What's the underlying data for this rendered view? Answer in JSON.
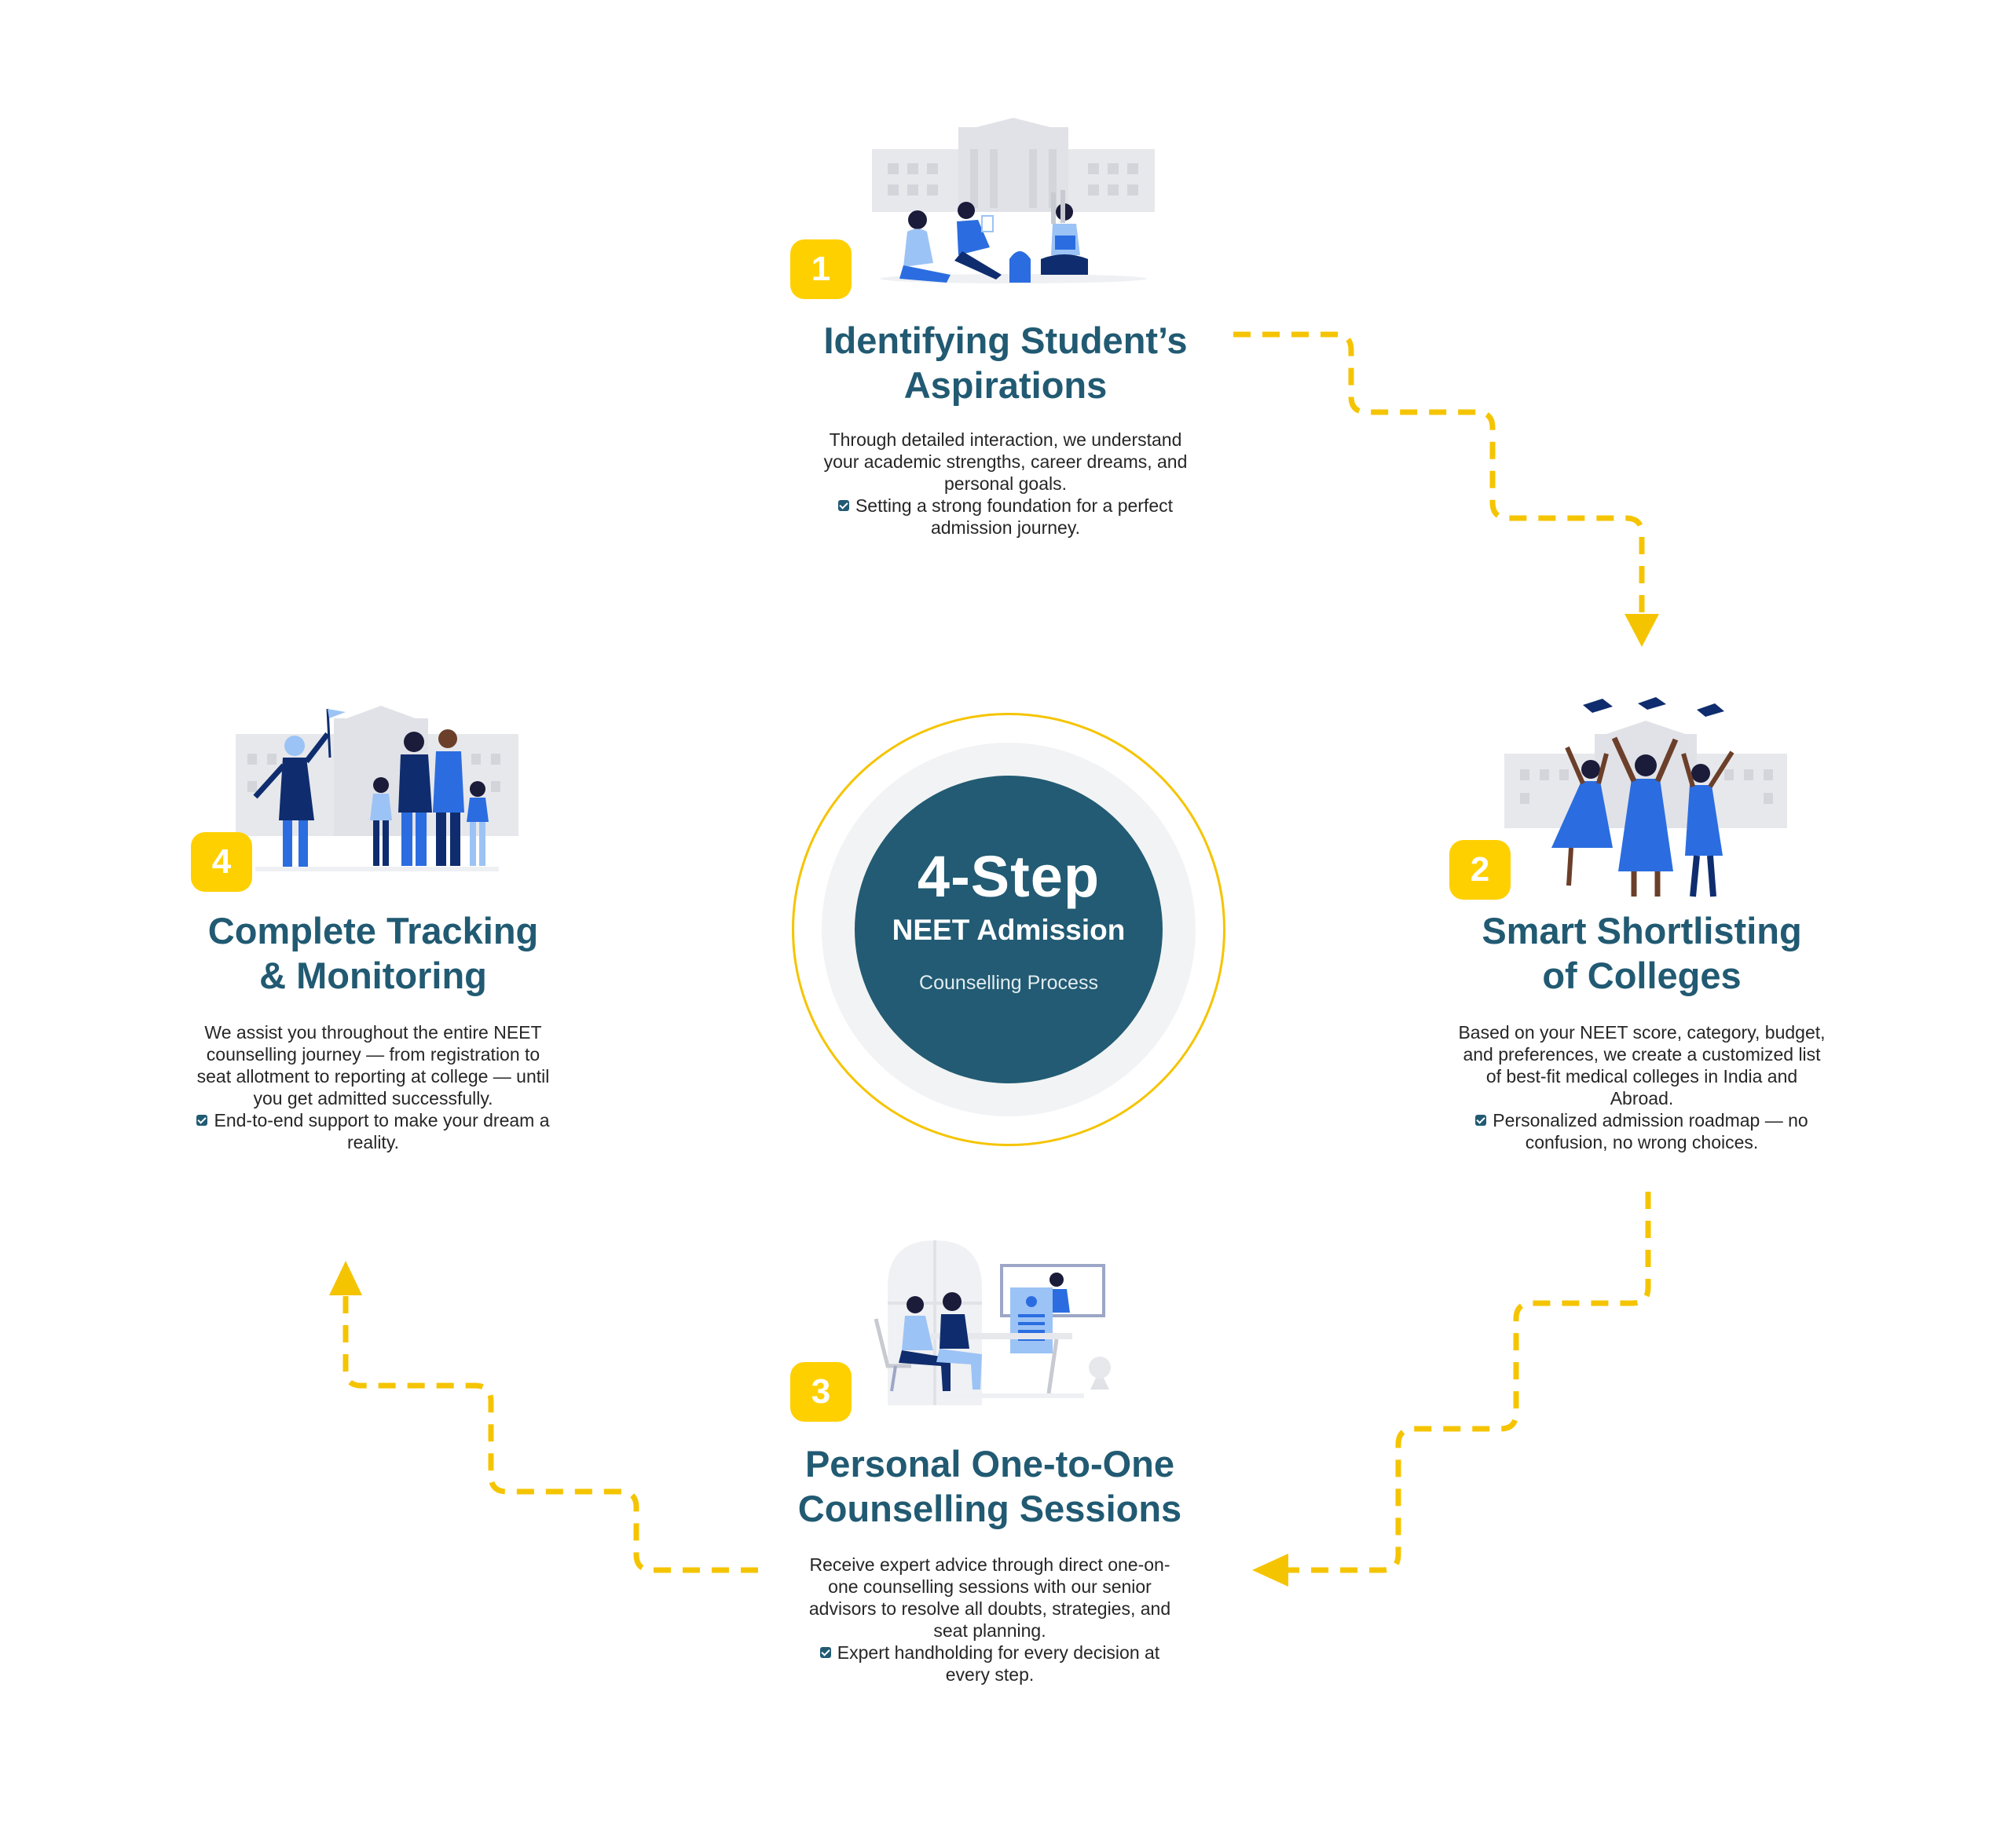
{
  "center": {
    "headline": "4-Step",
    "subheadline": "NEET Admission",
    "caption": "Counselling Process"
  },
  "steps": [
    {
      "number": "1",
      "title_line1": "Identifying Student’s",
      "title_line2": "Aspirations",
      "desc_lines": [
        "Through detailed interaction, we understand",
        "your academic strengths, career dreams, and",
        "personal goals."
      ],
      "check_lines": [
        "Setting a strong foundation for a perfect",
        "admission journey."
      ]
    },
    {
      "number": "2",
      "title_line1": "Smart Shortlisting",
      "title_line2": "of Colleges",
      "desc_lines": [
        "Based on your NEET score, category, budget,",
        "and preferences, we create a customized list",
        "of best-fit medical colleges in India and",
        "Abroad."
      ],
      "check_lines": [
        "Personalized admission roadmap — no",
        "confusion, no wrong choices."
      ]
    },
    {
      "number": "3",
      "title_line1": "Personal One-to-One",
      "title_line2": "Counselling Sessions",
      "desc_lines": [
        "Receive expert advice through direct one-on-",
        "one counselling sessions with our senior",
        "advisors to resolve all doubts, strategies, and",
        "seat planning."
      ],
      "check_lines": [
        "Expert handholding for every decision at",
        "every step."
      ]
    },
    {
      "number": "4",
      "title_line1": "Complete Tracking",
      "title_line2": "& Monitoring",
      "desc_lines": [
        "We assist you throughout the entire NEET",
        "counselling journey — from registration to",
        "seat allotment to reporting at college — until",
        "you get admitted successfully."
      ],
      "check_lines": [
        "End-to-end support to make your dream a",
        "reality."
      ]
    }
  ],
  "colors": {
    "accent": "#ffd000",
    "primary": "#225b73",
    "title": "#215a72",
    "figure_blue": "#2b6de0",
    "figure_dark": "#0f2d6e",
    "building": "#e7e8ec"
  }
}
